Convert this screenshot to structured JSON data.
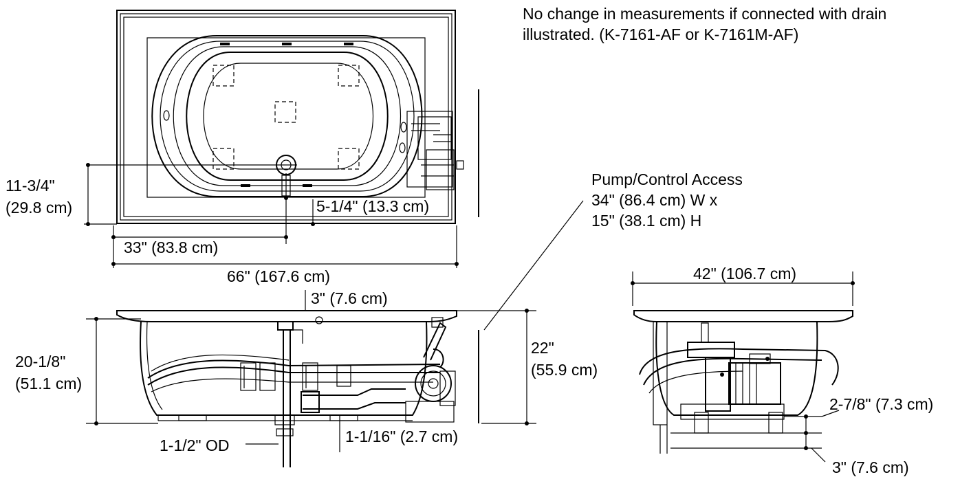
{
  "note": {
    "line1": "No change in measurements if connected with drain",
    "line2": "illustrated. (K-7161-AF or K-7161M-AF)"
  },
  "pump_access": {
    "line1": "Pump/Control Access",
    "line2": "34\" (86.4 cm) W x",
    "line3": "15\" (38.1 cm) H"
  },
  "dimensions": {
    "drain_height_in": "11-3/4\"",
    "drain_height_cm": "(29.8 cm)",
    "drain_offset": "5-1/4\" (13.3 cm)",
    "drain_center": "33\" (83.8 cm)",
    "overall_length": "66\" (167.6 cm)",
    "rim_width": "3\" (7.6 cm)",
    "bath_height_in": "20-1/8\"",
    "bath_height_cm": "(51.1 cm)",
    "total_height_in": "22\"",
    "total_height_cm": "(55.9 cm)",
    "drain_od": "1-1/2\" OD",
    "base_offset": "1-1/16\" (2.7 cm)",
    "overall_width": "42\" (106.7 cm)",
    "foot_height": "2-7/8\" (7.3 cm)",
    "base_height": "3\" (7.6 cm)"
  }
}
